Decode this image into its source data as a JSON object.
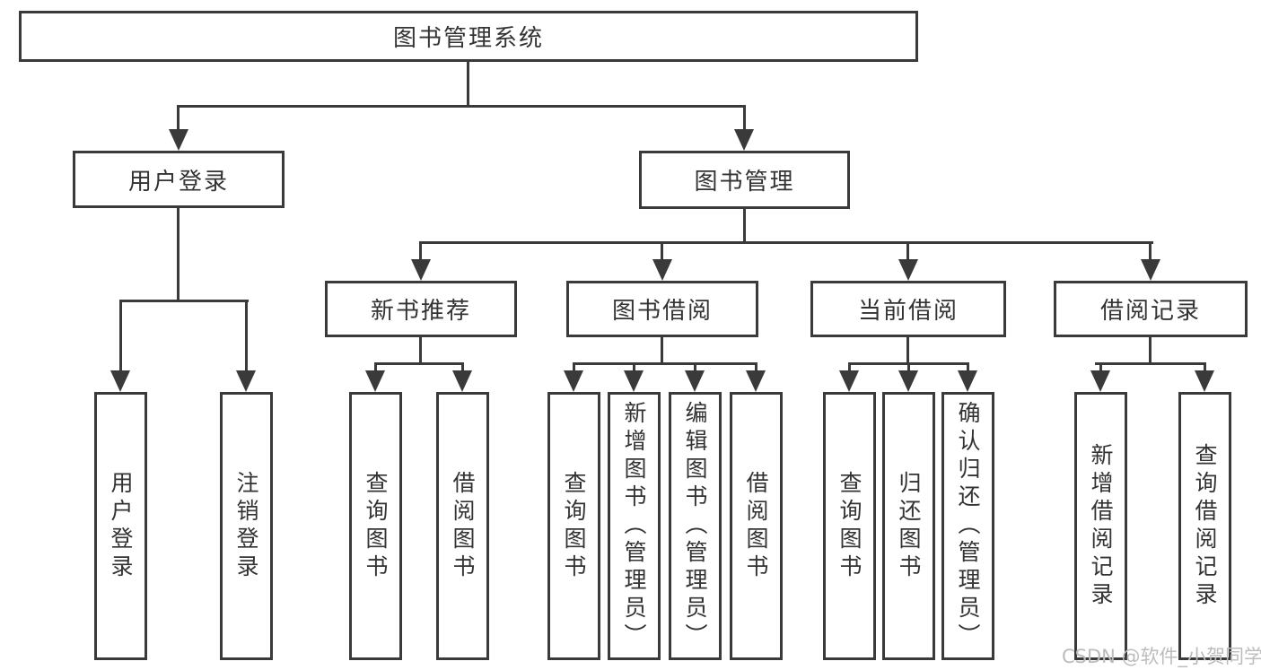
{
  "tree": {
    "root": {
      "label": "图书管理系统"
    },
    "branches": [
      {
        "label": "用户登录",
        "children": [
          {
            "label": "用户登录"
          },
          {
            "label": "注销登录"
          }
        ]
      },
      {
        "label": "图书管理",
        "children": [
          {
            "label": "新书推荐",
            "children": [
              {
                "label": "查询图书"
              },
              {
                "label": "借阅图书"
              }
            ]
          },
          {
            "label": "图书借阅",
            "children": [
              {
                "label": "查询图书"
              },
              {
                "label": "新增图书（管理员）"
              },
              {
                "label": "编辑图书（管理员）"
              },
              {
                "label": "借阅图书"
              }
            ]
          },
          {
            "label": "当前借阅",
            "children": [
              {
                "label": "查询图书"
              },
              {
                "label": "归还图书"
              },
              {
                "label": "确认归还（管理员）"
              }
            ]
          },
          {
            "label": "借阅记录",
            "children": [
              {
                "label": "新增借阅记录"
              },
              {
                "label": "查询借阅记录"
              }
            ]
          }
        ]
      }
    ]
  },
  "watermark": "CSDN @软件_小贺同学",
  "colors": {
    "line": "#3a3a3a",
    "text": "#333333",
    "watermark": "#bcbcbc",
    "background": "#ffffff"
  }
}
